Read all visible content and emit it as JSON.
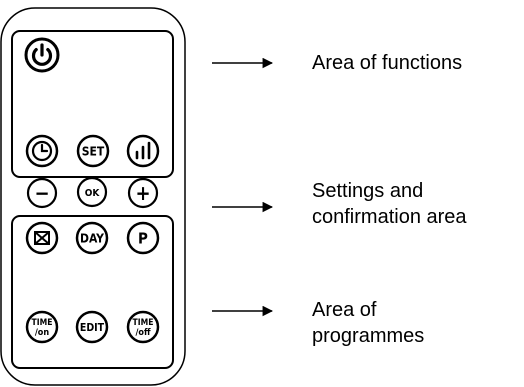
{
  "remote": {
    "function_area": {
      "power_button": {
        "icon": "power-icon"
      },
      "clock_button": {
        "icon": "clock-icon"
      },
      "set_button": {
        "label": "SET"
      },
      "level_button": {
        "icon": "signal-bars-icon"
      }
    },
    "settings_area": {
      "minus_button": {
        "label": "−"
      },
      "ok_button": {
        "label": "OK"
      },
      "plus_button": {
        "label": "+"
      }
    },
    "programme_area": {
      "window_button": {
        "icon": "window-icon"
      },
      "day_button": {
        "label": "DAY"
      },
      "p_button": {
        "label": "P"
      },
      "time_on_button": {
        "label_top": "TIME",
        "label_bottom": "/on"
      },
      "edit_button": {
        "label": "EDIT"
      },
      "time_off_button": {
        "label_top": "TIME",
        "label_bottom": "/off"
      }
    }
  },
  "callouts": {
    "functions": {
      "lines": [
        "Area of functions"
      ]
    },
    "settings": {
      "lines": [
        "Settings and",
        "confirmation area"
      ]
    },
    "programmes": {
      "lines": [
        "Area of",
        "programmes"
      ]
    }
  }
}
